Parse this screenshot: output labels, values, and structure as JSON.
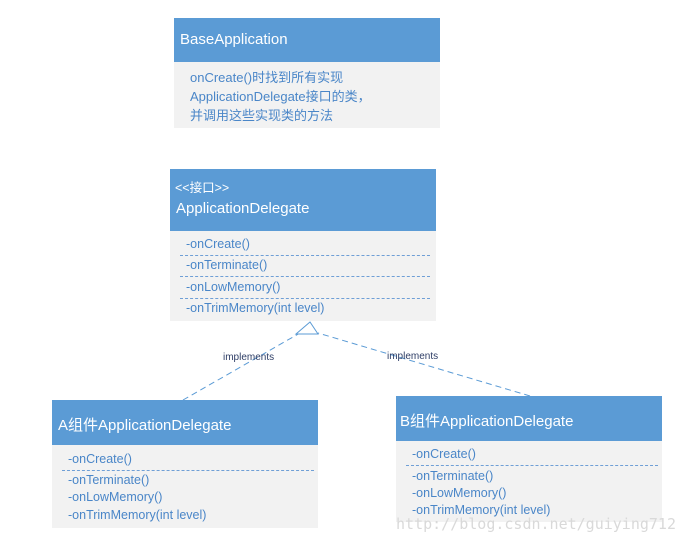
{
  "base": {
    "title": "BaseApplication",
    "desc": [
      "onCreate()时找到所有实现",
      "ApplicationDelegate接口的类，",
      "并调用这些实现类的方法"
    ]
  },
  "iface": {
    "stereotype": "<<接口>>",
    "title": "ApplicationDelegate",
    "methods": [
      "-onCreate()",
      "-onTerminate()",
      "-onLowMemory()",
      "-onTrimMemory(int level)"
    ]
  },
  "a": {
    "title": "A组件ApplicationDelegate",
    "methods": [
      "-onCreate()",
      "-onTerminate()",
      "-onLowMemory()",
      "-onTrimMemory(int level)"
    ]
  },
  "b": {
    "title": "B组件ApplicationDelegate",
    "methods": [
      "-onCreate()",
      "-onTerminate()",
      "-onLowMemory()",
      "-onTrimMemory(int level)"
    ]
  },
  "relations": {
    "left_label": "implements",
    "right_label": "implements"
  },
  "watermark": "http://blog.csdn.net/guiying712",
  "colors": {
    "header": "#5b9bd5",
    "body": "#f2f2f2",
    "text_blue": "#4a86c8"
  }
}
